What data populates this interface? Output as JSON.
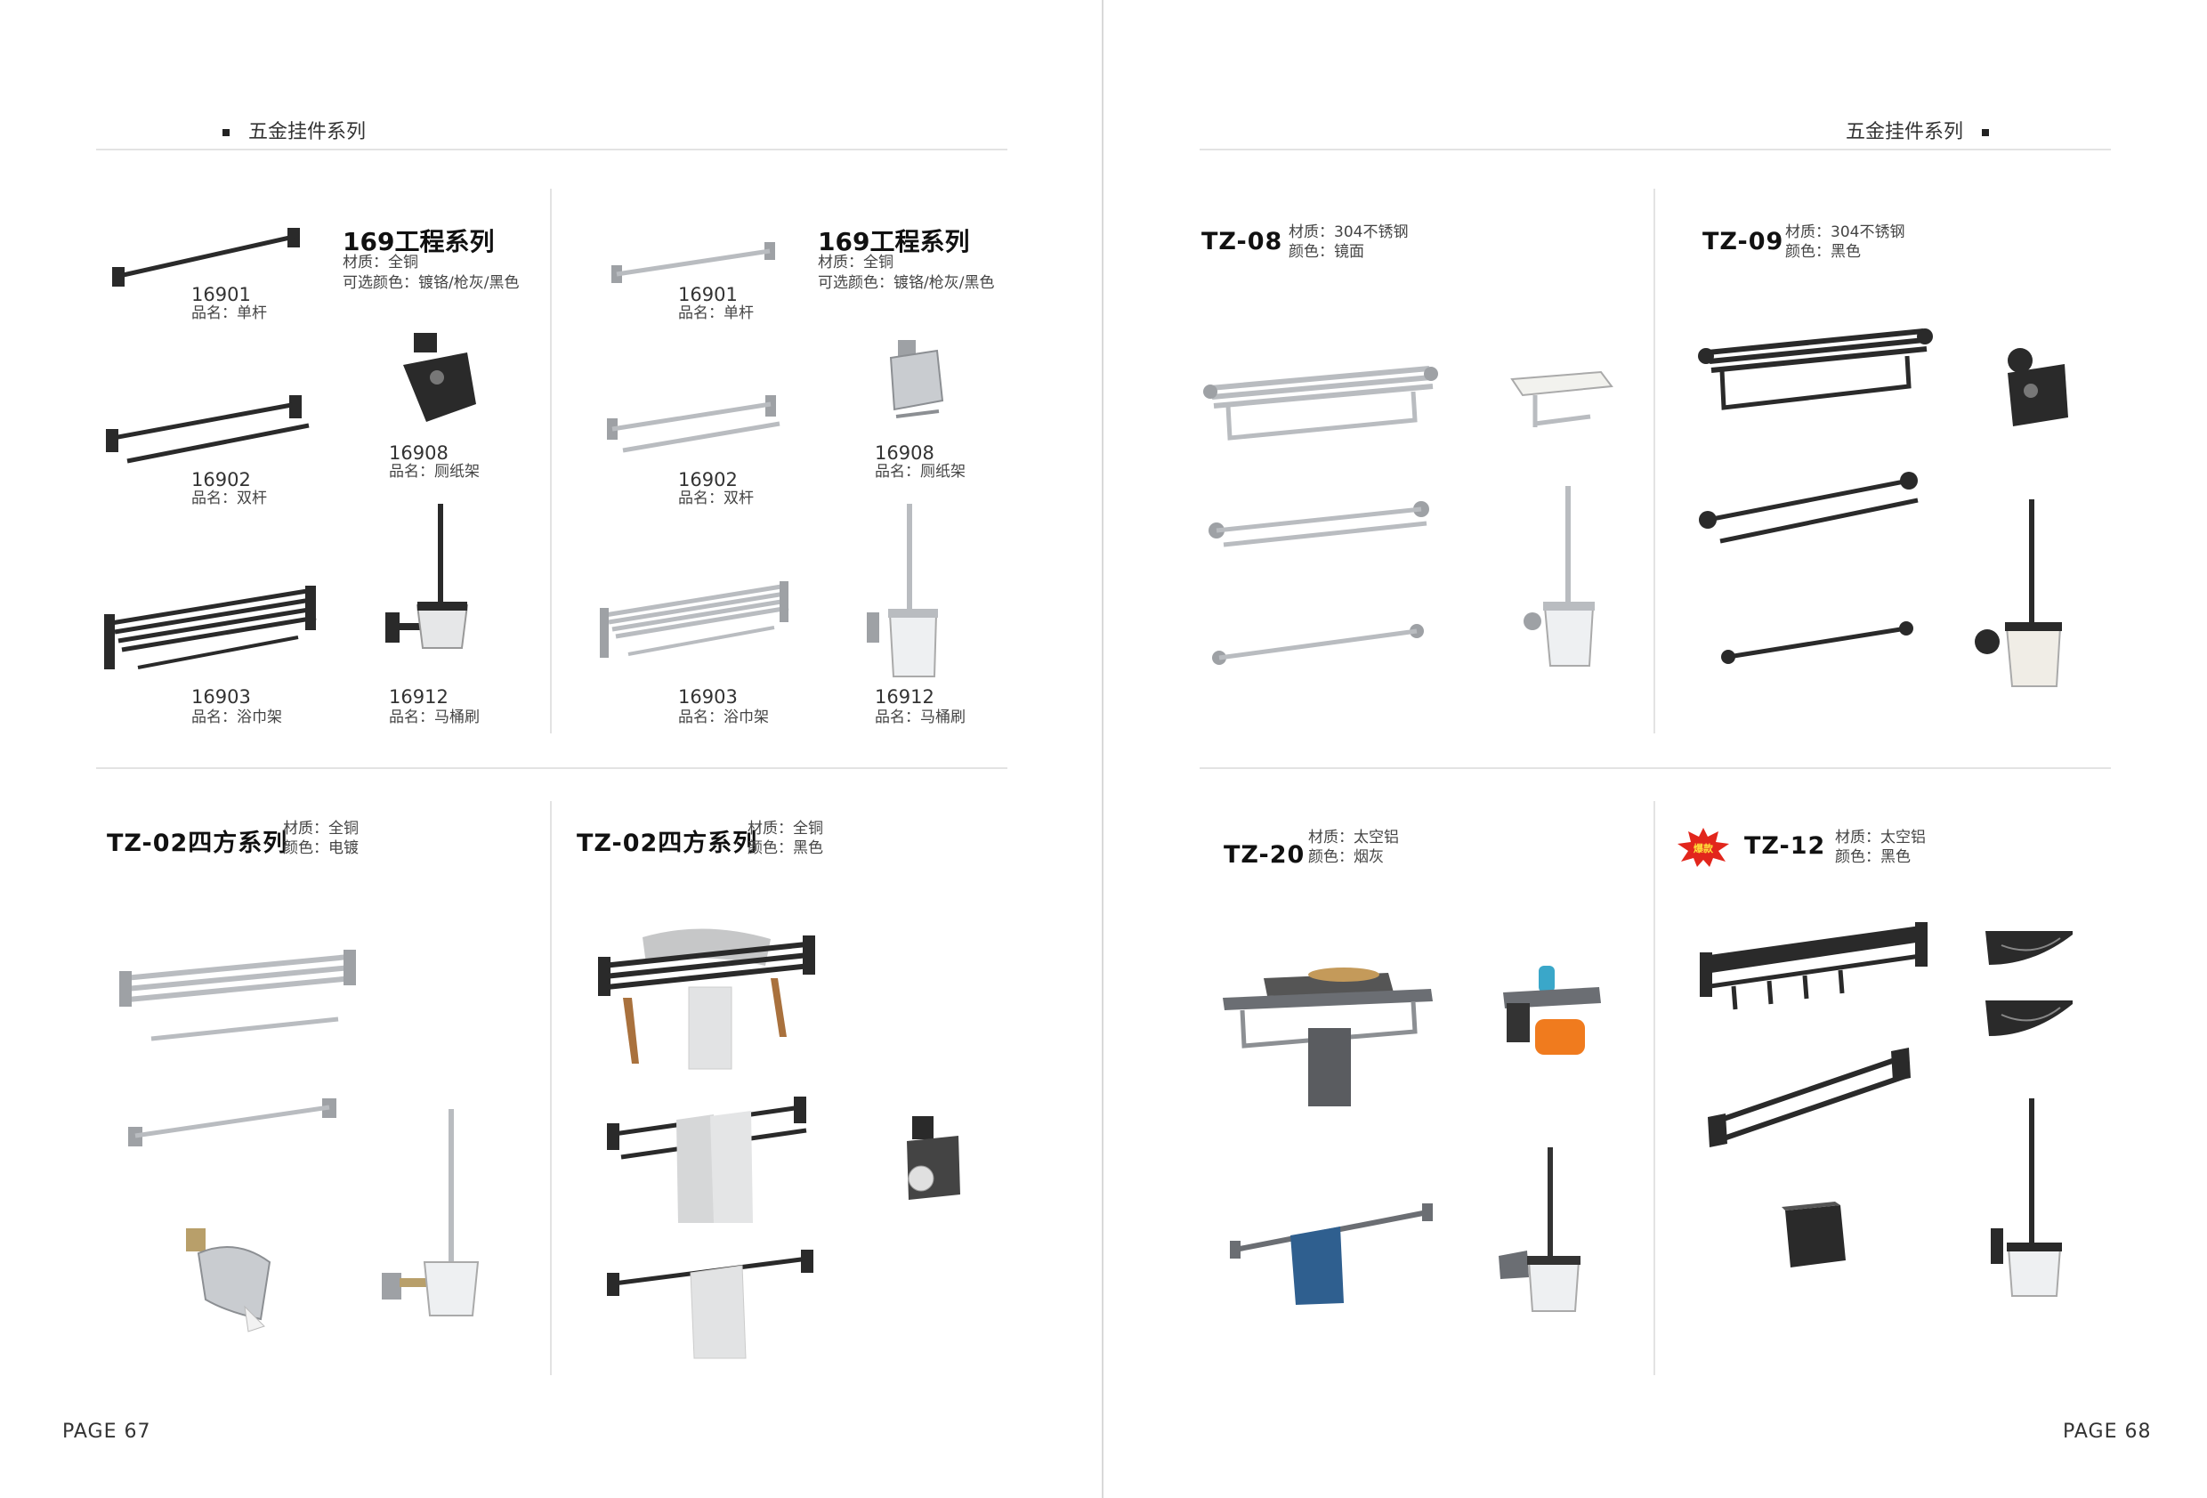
{
  "left_page": {
    "header": "五金挂件系列",
    "page_label": "PAGE 67",
    "top_left": {
      "title": "169工程系列",
      "material": "材质：全铜",
      "colors": "可选颜色：镀铬/枪灰/黑色",
      "items": [
        {
          "code": "16901",
          "name": "品名：单杆"
        },
        {
          "code": "16902",
          "name": "品名：双杆"
        },
        {
          "code": "16903",
          "name": "品名：浴巾架"
        },
        {
          "code": "16908",
          "name": "品名：厕纸架"
        },
        {
          "code": "16912",
          "name": "品名：马桶刷"
        }
      ]
    },
    "top_right": {
      "title": "169工程系列",
      "material": "材质：全铜",
      "colors": "可选颜色：镀铬/枪灰/黑色",
      "items": [
        {
          "code": "16901",
          "name": "品名：单杆"
        },
        {
          "code": "16902",
          "name": "品名：双杆"
        },
        {
          "code": "16903",
          "name": "品名：浴巾架"
        },
        {
          "code": "16908",
          "name": "品名：厕纸架"
        },
        {
          "code": "16912",
          "name": "品名：马桶刷"
        }
      ]
    },
    "bottom_left": {
      "series": "TZ-02四方系列",
      "material": "材质：全铜",
      "color": "颜色：电镀"
    },
    "bottom_right": {
      "series": "TZ-02四方系列",
      "material": "材质：全铜",
      "color": "颜色：黑色"
    }
  },
  "right_page": {
    "header": "五金挂件系列",
    "page_label": "PAGE 68",
    "tz08": {
      "series": "TZ-08",
      "material": "材质：304不锈钢",
      "color": "颜色：镜面"
    },
    "tz09": {
      "series": "TZ-09",
      "material": "材质：304不锈钢",
      "color": "颜色：黑色"
    },
    "tz20": {
      "series": "TZ-20",
      "material": "材质：太空铝",
      "color": "颜色：烟灰"
    },
    "tz12": {
      "series": "TZ-12",
      "material": "材质：太空铝",
      "color": "颜色：黑色",
      "badge": "爆款"
    }
  },
  "colors": {
    "chrome": "#b9bcc0",
    "black": "#2a2a2a",
    "gunmetal": "#6b6e73",
    "divider": "#e3e3e3",
    "badge": "#e2261c"
  }
}
